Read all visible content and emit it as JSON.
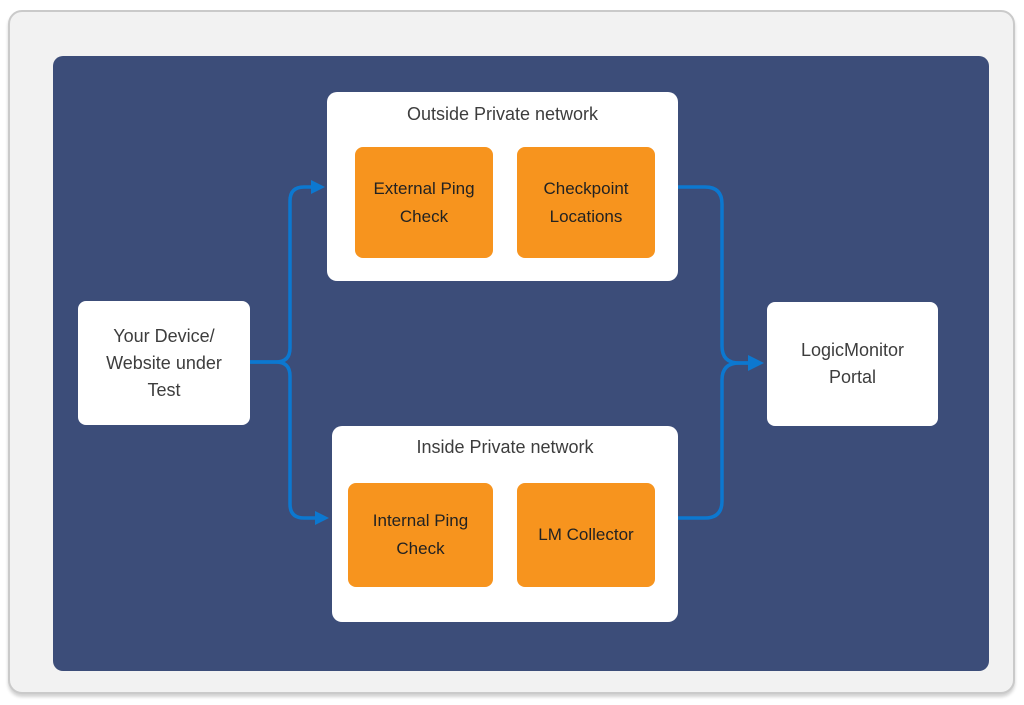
{
  "diagram_type": "flow-diagram",
  "nodes": {
    "device": {
      "lines": [
        "Your Device/",
        "Website under",
        "Test"
      ]
    },
    "portal": {
      "lines": [
        "LogicMonitor",
        "Portal"
      ]
    },
    "external_ping": {
      "lines": [
        "External Ping",
        "Check"
      ]
    },
    "checkpoint": {
      "lines": [
        "Checkpoint",
        "Locations"
      ]
    },
    "internal_ping": {
      "lines": [
        "Internal Ping",
        "Check"
      ]
    },
    "lm_collector": {
      "lines": [
        "LM Collector"
      ]
    }
  },
  "groups": {
    "outside": {
      "title": "Outside Private network"
    },
    "inside": {
      "title": "Inside Private network"
    }
  },
  "connections": [
    {
      "from": "device",
      "to": "outside"
    },
    {
      "from": "device",
      "to": "inside"
    },
    {
      "from": "outside",
      "to": "portal"
    },
    {
      "from": "inside",
      "to": "portal"
    }
  ],
  "colors": {
    "panel_bg": "#3C4D79",
    "node_bg": "#F7941E",
    "arrow": "#0C78D0",
    "card_bg": "#FFFFFF",
    "frame_bg": "#F2F2F2",
    "frame_border": "#CACACA",
    "text_dark": "#3D3D3D",
    "text_on_orange": "#222222"
  }
}
